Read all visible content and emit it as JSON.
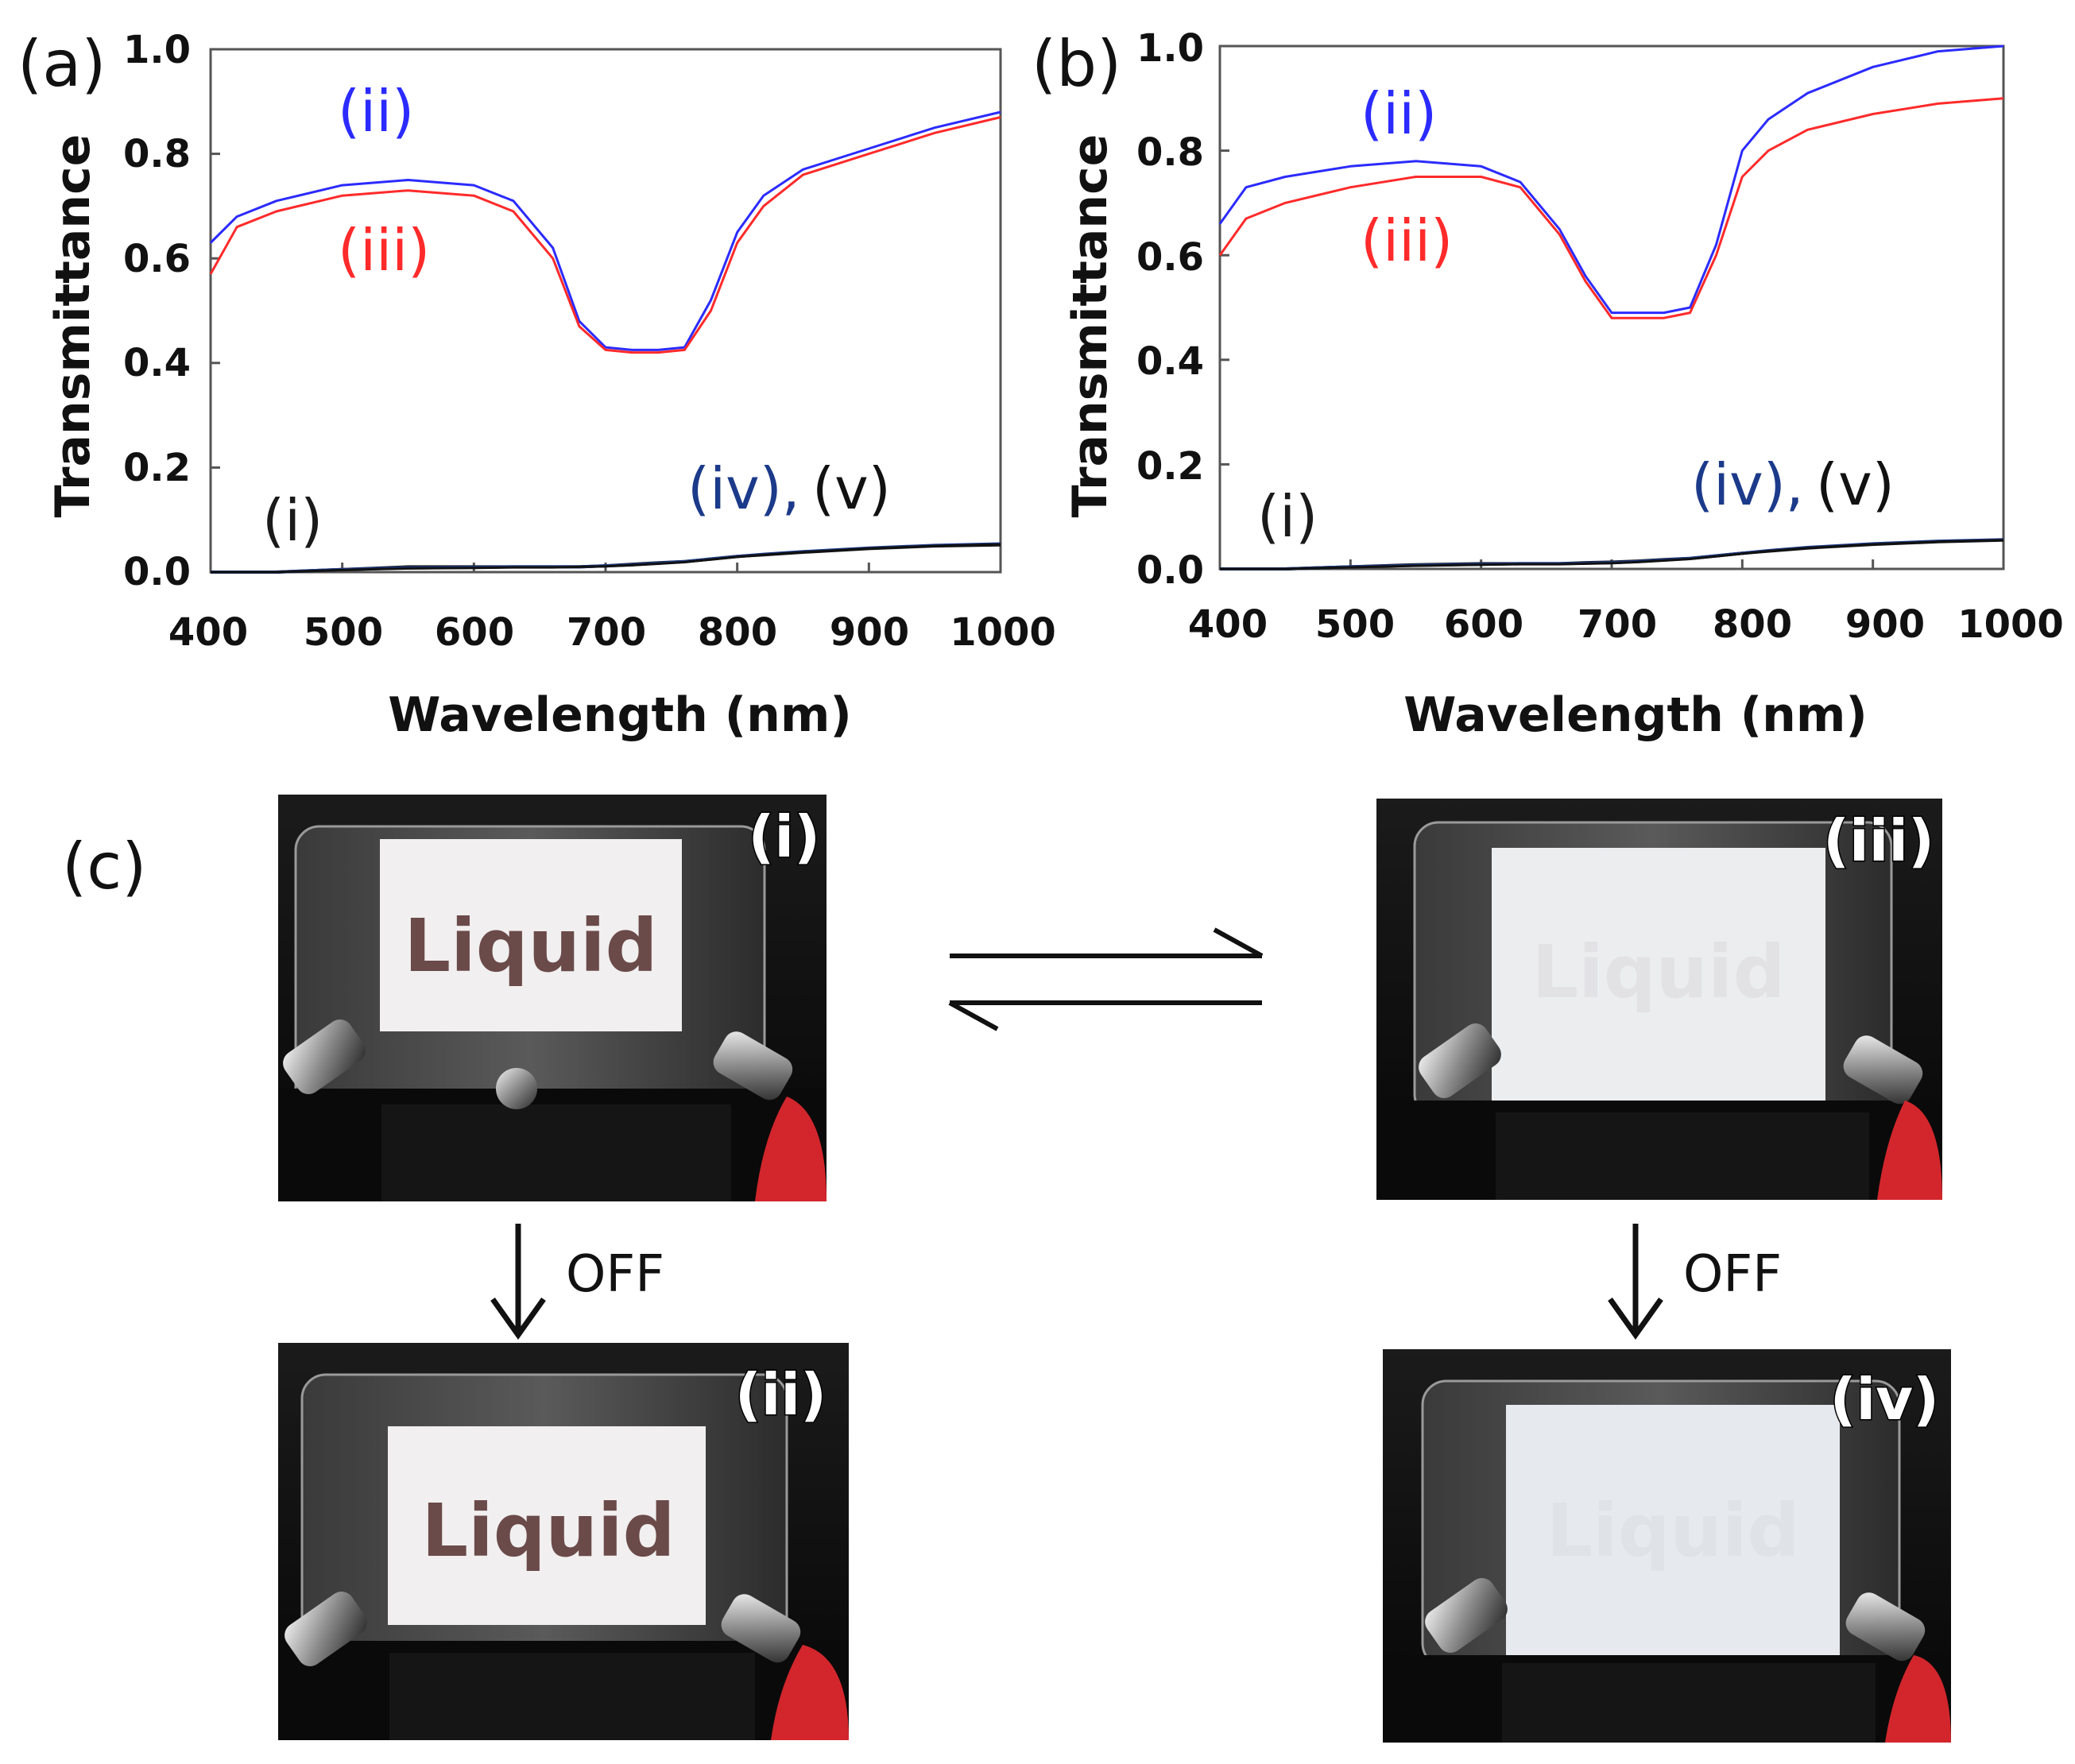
{
  "colors": {
    "series_i": "#1a1a1a",
    "series_ii": "#2b2bff",
    "series_iii": "#ff2a2a",
    "series_iv": "#1c3a8a",
    "series_v": "#111111",
    "liquid_text": "#6b4a4a"
  },
  "chart_data": [
    {
      "panel": "(a)",
      "type": "line",
      "xlabel": "Wavelength (nm)",
      "ylabel": "Transmittance",
      "xlim": [
        400,
        1000
      ],
      "ylim": [
        0.0,
        1.0
      ],
      "xticks": [
        "400",
        "500",
        "600",
        "700",
        "800",
        "900",
        "1000"
      ],
      "yticks": [
        "0.0",
        "0.2",
        "0.4",
        "0.6",
        "0.8",
        "1.0"
      ],
      "grid": false,
      "legend": "inline labels",
      "x": [
        400,
        420,
        450,
        500,
        550,
        600,
        630,
        660,
        680,
        700,
        720,
        740,
        760,
        780,
        800,
        820,
        850,
        900,
        950,
        1000
      ],
      "series": [
        {
          "label": "(i)",
          "values": [
            0.0,
            0.0,
            0.0,
            0.005,
            0.01,
            0.01,
            0.01,
            0.01,
            0.01,
            0.012,
            0.015,
            0.018,
            0.02,
            0.025,
            0.03,
            0.033,
            0.038,
            0.045,
            0.05,
            0.052
          ]
        },
        {
          "label": "(ii)",
          "values": [
            0.63,
            0.68,
            0.71,
            0.74,
            0.75,
            0.74,
            0.71,
            0.62,
            0.48,
            0.43,
            0.425,
            0.425,
            0.43,
            0.52,
            0.65,
            0.72,
            0.77,
            0.81,
            0.85,
            0.88
          ]
        },
        {
          "label": "(iii)",
          "values": [
            0.57,
            0.66,
            0.69,
            0.72,
            0.73,
            0.72,
            0.69,
            0.6,
            0.47,
            0.425,
            0.42,
            0.42,
            0.425,
            0.5,
            0.63,
            0.7,
            0.76,
            0.8,
            0.84,
            0.87
          ]
        },
        {
          "label": "(iv)",
          "values": [
            0.0,
            0.0,
            0.0,
            0.005,
            0.008,
            0.009,
            0.01,
            0.01,
            0.01,
            0.012,
            0.014,
            0.017,
            0.02,
            0.025,
            0.03,
            0.034,
            0.039,
            0.046,
            0.051,
            0.054
          ]
        },
        {
          "label": "(v)",
          "values": [
            0.0,
            0.0,
            0.0,
            0.004,
            0.007,
            0.008,
            0.009,
            0.009,
            0.01,
            0.011,
            0.013,
            0.016,
            0.019,
            0.024,
            0.029,
            0.033,
            0.038,
            0.045,
            0.05,
            0.053
          ]
        }
      ],
      "annotations": [
        "(ii)",
        "(iii)",
        "(i)",
        "(iv),",
        "(v)"
      ]
    },
    {
      "panel": "(b)",
      "type": "line",
      "xlabel": "Wavelength (nm)",
      "ylabel": "Transmittance",
      "xlim": [
        400,
        1000
      ],
      "ylim": [
        0.0,
        1.0
      ],
      "xticks": [
        "400",
        "500",
        "600",
        "700",
        "800",
        "900",
        "1000"
      ],
      "yticks": [
        "0.0",
        "0.2",
        "0.4",
        "0.6",
        "0.8",
        "1.0"
      ],
      "grid": false,
      "legend": "inline labels",
      "x": [
        400,
        420,
        450,
        500,
        550,
        600,
        630,
        660,
        680,
        700,
        720,
        740,
        760,
        780,
        800,
        820,
        850,
        900,
        950,
        1000
      ],
      "series": [
        {
          "label": "(i)",
          "values": [
            0.0,
            0.0,
            0.0,
            0.004,
            0.008,
            0.01,
            0.01,
            0.01,
            0.012,
            0.013,
            0.015,
            0.018,
            0.02,
            0.025,
            0.03,
            0.034,
            0.04,
            0.047,
            0.052,
            0.055
          ]
        },
        {
          "label": "(ii)",
          "values": [
            0.66,
            0.73,
            0.75,
            0.77,
            0.78,
            0.77,
            0.74,
            0.65,
            0.56,
            0.49,
            0.49,
            0.49,
            0.5,
            0.62,
            0.8,
            0.86,
            0.91,
            0.96,
            0.99,
            1.0
          ]
        },
        {
          "label": "(iii)",
          "values": [
            0.6,
            0.67,
            0.7,
            0.73,
            0.75,
            0.75,
            0.73,
            0.64,
            0.55,
            0.48,
            0.48,
            0.48,
            0.49,
            0.6,
            0.75,
            0.8,
            0.84,
            0.87,
            0.89,
            0.9
          ]
        },
        {
          "label": "(iv)",
          "values": [
            0.0,
            0.0,
            0.0,
            0.004,
            0.007,
            0.009,
            0.01,
            0.01,
            0.011,
            0.012,
            0.014,
            0.017,
            0.02,
            0.025,
            0.03,
            0.035,
            0.041,
            0.048,
            0.053,
            0.056
          ]
        },
        {
          "label": "(v)",
          "values": [
            0.0,
            0.0,
            0.0,
            0.003,
            0.006,
            0.008,
            0.009,
            0.009,
            0.01,
            0.011,
            0.013,
            0.016,
            0.019,
            0.024,
            0.029,
            0.034,
            0.04,
            0.047,
            0.052,
            0.055
          ]
        }
      ],
      "annotations": [
        "(ii)",
        "(iii)",
        "(i)",
        "(iv),",
        "(v)"
      ]
    }
  ],
  "panel_c": {
    "letter": "(c)",
    "photos": [
      {
        "label": "(i)",
        "text": "Liquid"
      },
      {
        "label": "(iii)",
        "text": "Liquid"
      },
      {
        "label": "(ii)",
        "text": "Liquid"
      },
      {
        "label": "(iv)",
        "text": "Liquid"
      }
    ],
    "off_labels": [
      "OFF",
      "OFF"
    ]
  }
}
